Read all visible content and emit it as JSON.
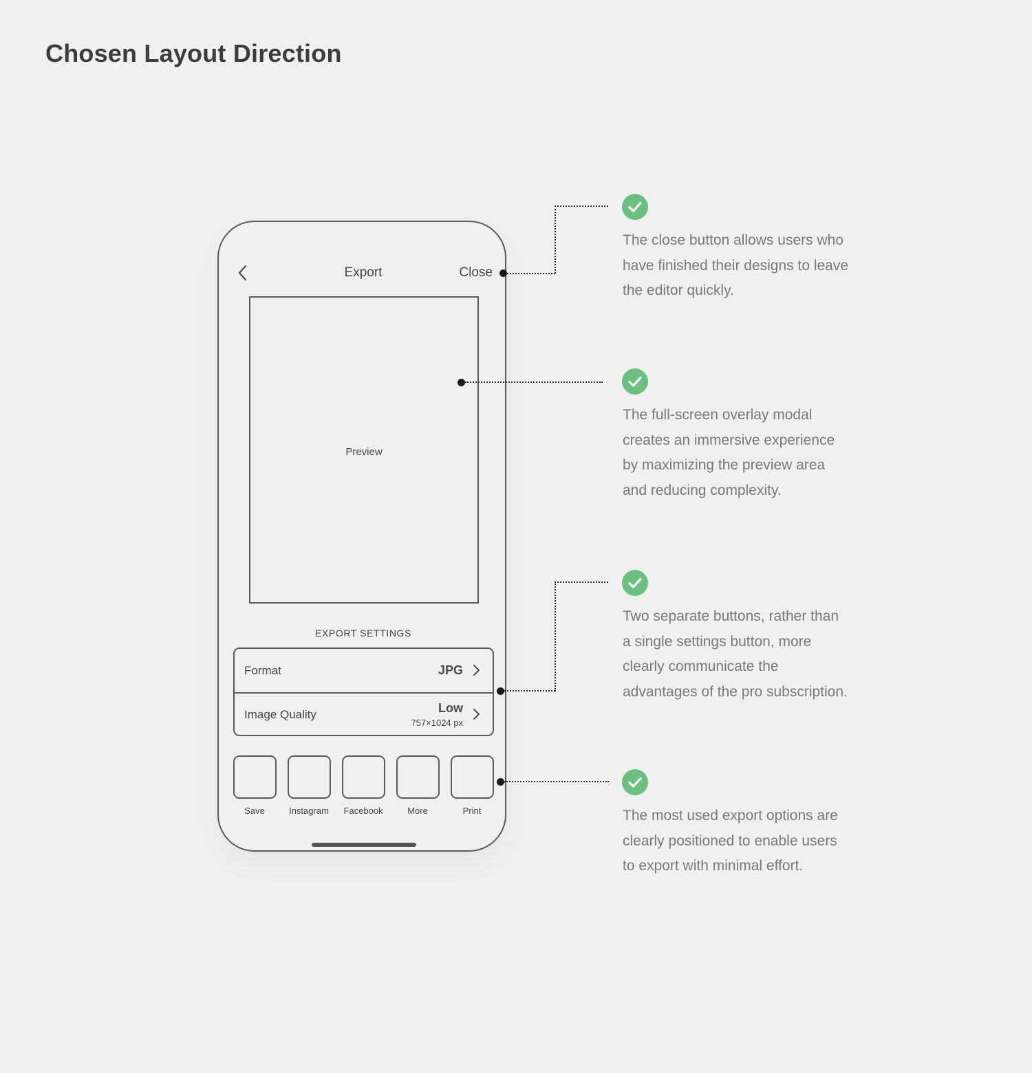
{
  "page": {
    "title": "Chosen Layout Direction"
  },
  "screen": {
    "title": "Export",
    "close_label": "Close",
    "preview_label": "Preview",
    "settings_heading": "EXPORT SETTINGS",
    "settings": [
      {
        "label": "Format",
        "value": "JPG",
        "sub": ""
      },
      {
        "label": "Image Quality",
        "value": "Low",
        "sub": "757×1024 px"
      }
    ],
    "options": [
      "Save",
      "Instagram",
      "Facebook",
      "More",
      "Print"
    ]
  },
  "annotations": [
    {
      "text": "The close button allows users who have finished their designs to leave the editor quickly."
    },
    {
      "text": "The full-screen overlay modal creates an immersive experience by maximizing the preview area and reducing complexity."
    },
    {
      "text": "Two separate buttons, rather than a single settings button, more clearly communicate the advantages of the pro subscription."
    },
    {
      "text": "The most used export options are clearly positioned to enable users to export with minimal effort."
    }
  ],
  "colors": {
    "check": "#6cc07f",
    "annotation_text": "#787878",
    "wire": "#5a5a5a",
    "background": "#f0f0f1"
  },
  "icons": [
    "chevron-left-icon",
    "chevron-right-icon",
    "check-circle-icon"
  ]
}
